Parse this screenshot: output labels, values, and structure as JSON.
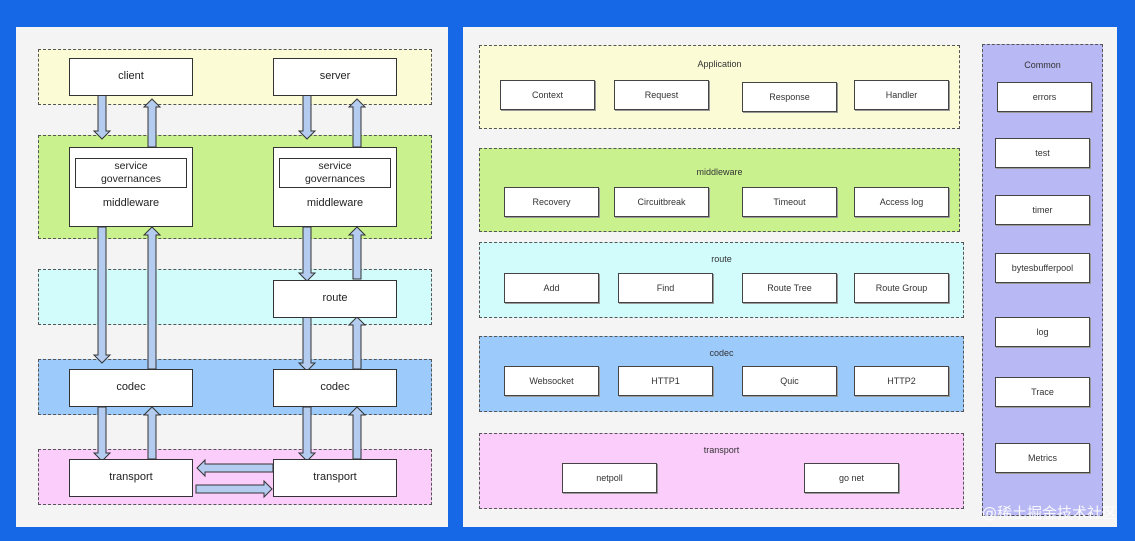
{
  "left": {
    "client": "client",
    "server": "server",
    "service_governances": "service governances",
    "middleware": "middleware",
    "route": "route",
    "codec": "codec",
    "transport": "transport"
  },
  "right": {
    "application": {
      "title": "Application",
      "items": [
        "Context",
        "Request",
        "Response",
        "Handler"
      ]
    },
    "middleware": {
      "title": "middleware",
      "items": [
        "Recovery",
        "Circuitbreak",
        "Timeout",
        "Access log"
      ]
    },
    "route": {
      "title": "route",
      "items": [
        "Add",
        "Find",
        "Route Tree",
        "Route Group"
      ]
    },
    "codec": {
      "title": "codec",
      "items": [
        "Websocket",
        "HTTP1",
        "Quic",
        "HTTP2"
      ]
    },
    "transport": {
      "title": "transport",
      "items": [
        "netpoll",
        "go net"
      ]
    },
    "common": {
      "title": "Common",
      "items": [
        "errors",
        "test",
        "timer",
        "bytesbufferpool",
        "log",
        "Trace",
        "Metrics"
      ]
    }
  },
  "colors": {
    "app_layer": "#fbfbd6",
    "middleware_layer": "#c9f28f",
    "route_layer": "#d2fbfb",
    "codec_layer": "#9ccafb",
    "transport_layer": "#fbcdfb",
    "common_layer": "#b8b8f4",
    "arrow_fill": "#b4ccf0"
  },
  "watermark": "@稀土掘金技术社区"
}
